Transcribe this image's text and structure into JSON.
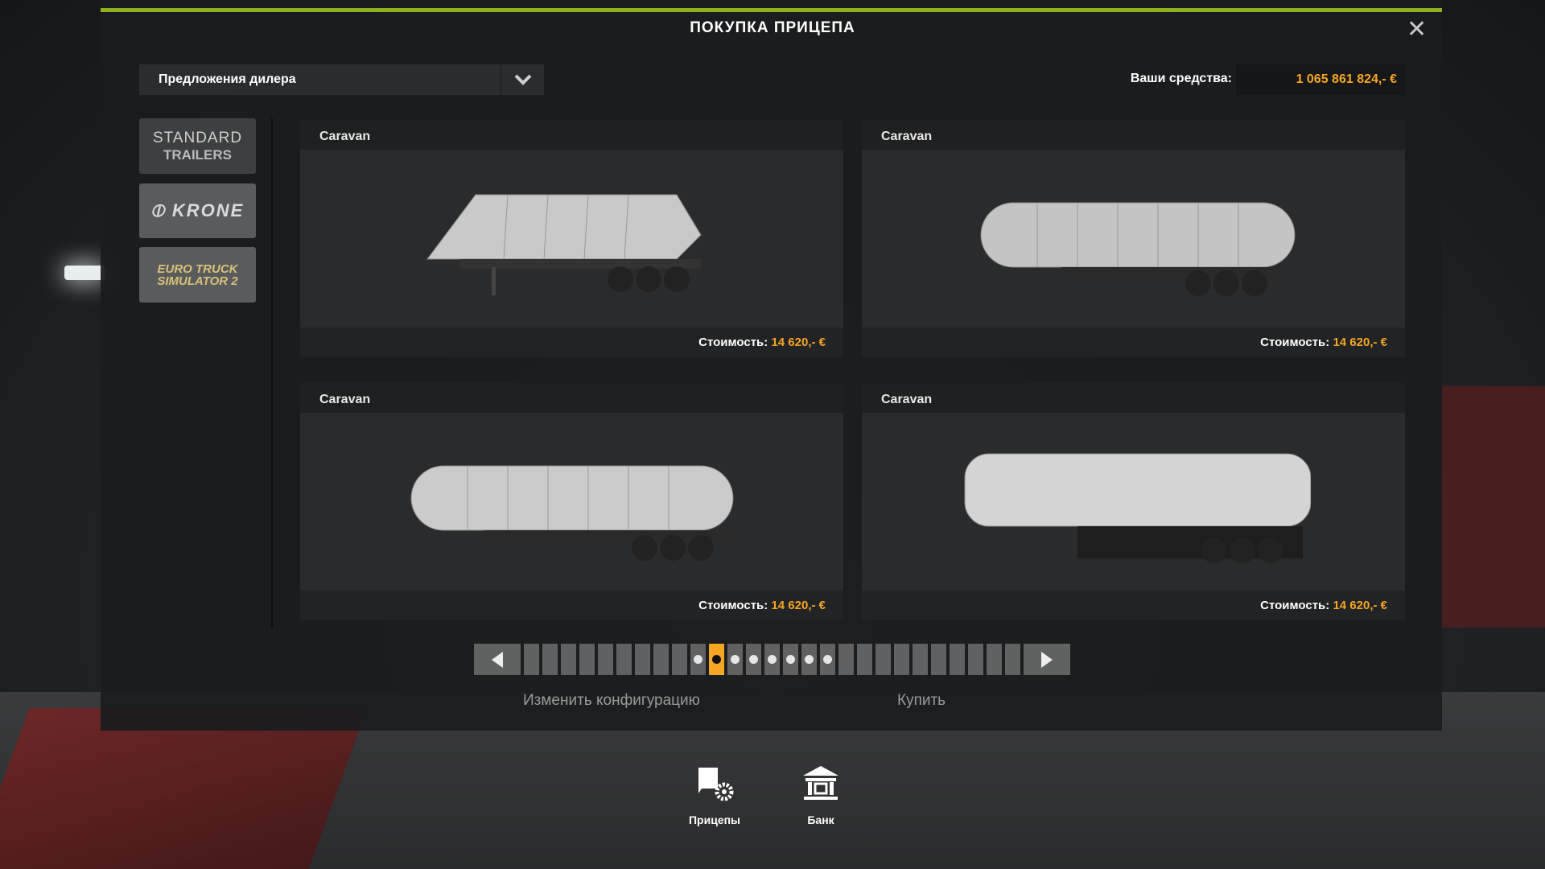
{
  "window": {
    "title": "ПОКУПКА ПРИЦЕПА",
    "close_icon": "close-icon"
  },
  "filter": {
    "selected": "Предложения дилера"
  },
  "funds": {
    "label": "Ваши средства:",
    "value": "1 065 861 824,- €"
  },
  "brands": [
    {
      "name": "STANDARD TRAILERS",
      "line1": "STANDARD",
      "line2": "TRAILERS"
    },
    {
      "name": "KRONE"
    },
    {
      "name": "EURO TRUCK SIMULATOR 2"
    }
  ],
  "offers": [
    {
      "name": "Caravan",
      "price_label": "Стоимость:",
      "price": "14 620,- €"
    },
    {
      "name": "Caravan",
      "price_label": "Стоимость:",
      "price": "14 620,- €"
    },
    {
      "name": "Caravan",
      "price_label": "Стоимость:",
      "price": "14 620,- €"
    },
    {
      "name": "Caravan",
      "price_label": "Стоимость:",
      "price": "14 620,- €"
    }
  ],
  "pagination": {
    "total": 27,
    "current": 11
  },
  "actions": {
    "configure": "Изменить конфигурацию",
    "buy": "Купить"
  },
  "bottom_nav": {
    "trailers": "Прицепы",
    "bank": "Банк"
  },
  "colors": {
    "accent": "#f6a623",
    "topbar": "#8db021"
  }
}
